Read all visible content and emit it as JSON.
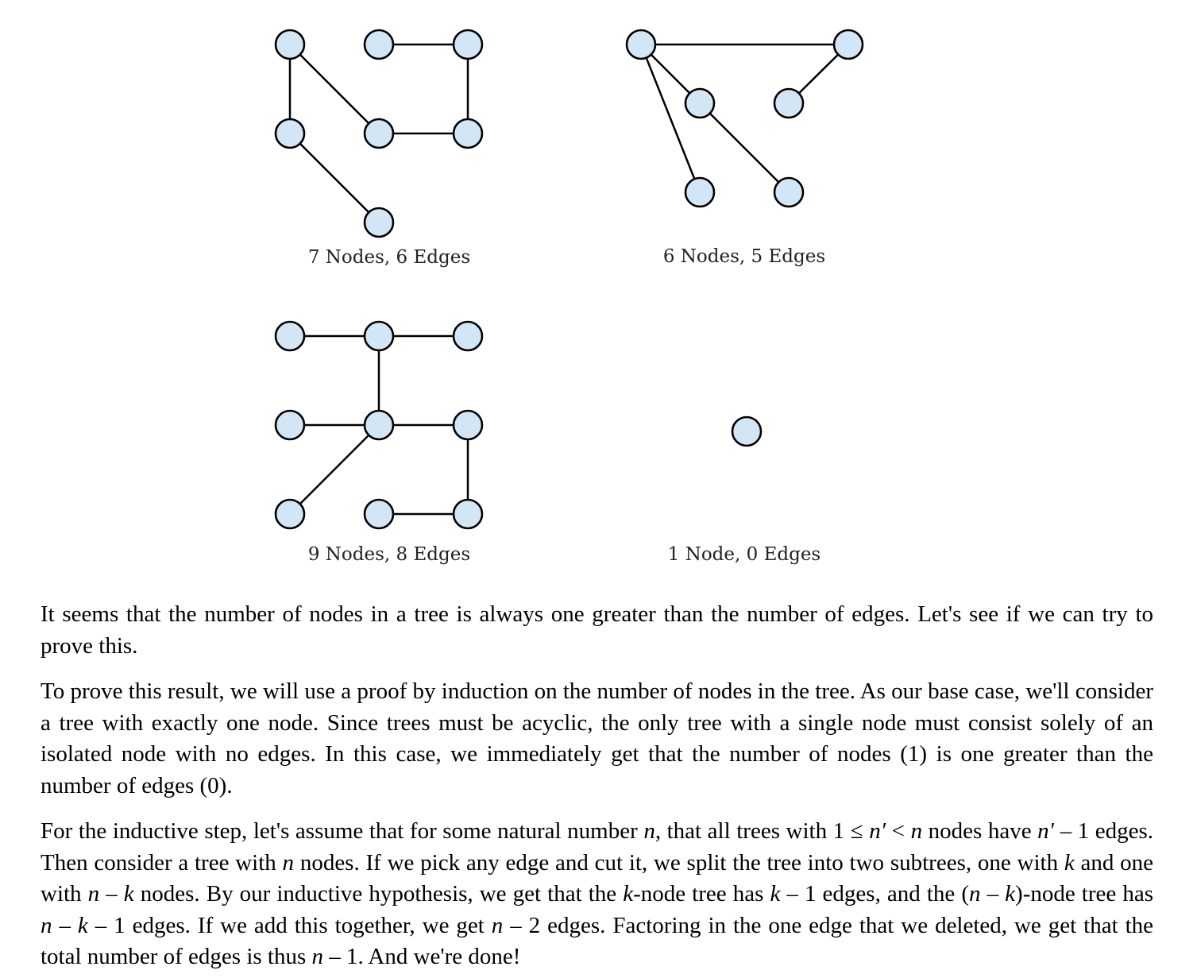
{
  "figures": [
    {
      "caption": "7 Nodes, 6 Edges"
    },
    {
      "caption": "6 Nodes, 5 Edges"
    },
    {
      "caption": "9 Nodes, 8 Edges"
    },
    {
      "caption": "1 Node, 0 Edges"
    }
  ],
  "paragraphs": {
    "p1": "It seems that the number of nodes in a tree is always one greater than the number of edges.  Let's see if we can try to prove this.",
    "p2": "To prove this result, we will use a proof by induction on the number of nodes in the tree.  As our base case, we'll consider a tree with exactly one node.  Since trees must be acyclic, the only tree with a single node must consist solely of an isolated node with no edges.  In this case, we immediately get that the number of nodes (1) is one greater than the number of edges (0).",
    "p3": {
      "s01": "For the inductive step, let's assume that for some natural number ",
      "m01": "n",
      "s02": ", that all trees with 1 ≤ ",
      "m02": "n′",
      "s03": " < ",
      "m03": "n",
      "s04": " nodes have ",
      "m04": "n′",
      "s05": " – 1 edges.  Then consider a tree with ",
      "m05": "n",
      "s06": " nodes.  If we pick any edge and cut it, we split the tree into two subtrees, one with ",
      "m06": "k",
      "s07": " and one with ",
      "m07": "n",
      "s08": " – ",
      "m08": "k",
      "s09": " nodes.  By our inductive hypothesis, we get that the ",
      "m09": "k",
      "s10": "-node tree has ",
      "m10": "k",
      "s11": " – 1 edges, and the (",
      "m11": "n",
      "s12": " – ",
      "m12": "k",
      "s13": ")-node tree has ",
      "m13": "n",
      "s14": " – ",
      "m14": "k",
      "s15": " – 1 edges.  If we add this together, we get ",
      "m15": "n",
      "s16": " – 2 edges.  Factoring in the one edge that we deleted, we get that the total number of edges is thus ",
      "m16": "n",
      "s17": " – 1.  And we're done!"
    }
  }
}
